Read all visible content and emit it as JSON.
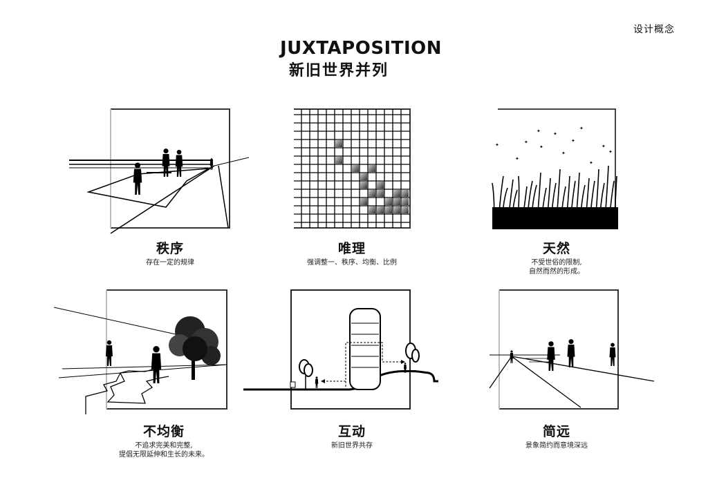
{
  "corner_label": "设计概念",
  "title_en": "JUXTAPOSITION",
  "title_cn": "新旧世界并列",
  "panels": [
    {
      "title": "秩序",
      "sub1": "存在一定的规律",
      "sub2": ""
    },
    {
      "title": "唯理",
      "sub1": "强调整一、秩序、均衡、比例",
      "sub2": ""
    },
    {
      "title": "天然",
      "sub1": "不受世俗的限制,",
      "sub2": "自然而然的形成。"
    },
    {
      "title": "不均衡",
      "sub1": "不追求完美和完整,",
      "sub2": "提倡无限延伸和生长的未来。"
    },
    {
      "title": "互动",
      "sub1": "新旧世界共存",
      "sub2": ""
    },
    {
      "title": "简远",
      "sub1": "景象简约而意境深远",
      "sub2": ""
    }
  ]
}
